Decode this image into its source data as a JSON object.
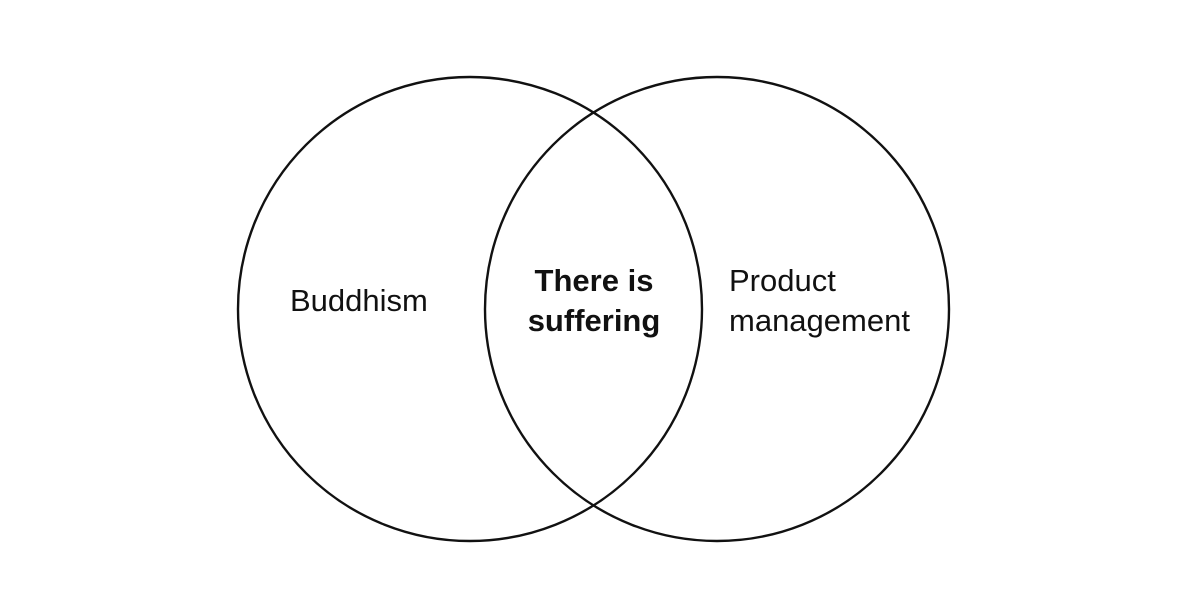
{
  "diagram": {
    "type": "venn",
    "stroke_color": "#111111",
    "background_color": "#ffffff",
    "sets": [
      {
        "id": "left",
        "label": "Buddhism"
      },
      {
        "id": "right",
        "label_lines": [
          "Product",
          "management"
        ]
      }
    ],
    "intersection": {
      "label_lines": [
        "There is",
        "suffering"
      ]
    }
  }
}
